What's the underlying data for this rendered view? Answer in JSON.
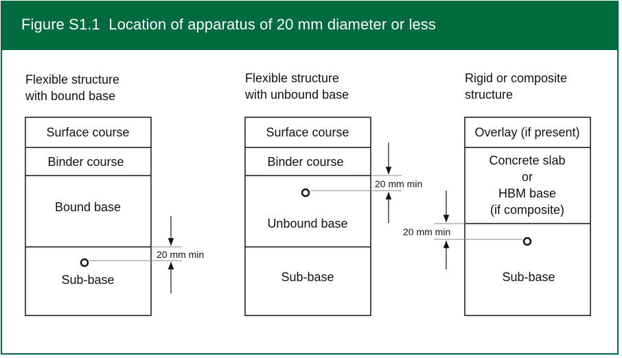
{
  "figure": {
    "title": "Figure S1.1  Location of apparatus of 20 mm diameter or less"
  },
  "columns": [
    {
      "heading": [
        "Flexible structure",
        "with bound base"
      ],
      "layers": [
        [
          "Surface course"
        ],
        [
          "Binder course"
        ],
        [
          "Bound base"
        ],
        [
          "Sub-base"
        ]
      ],
      "dimension_label": "20 mm min"
    },
    {
      "heading": [
        "Flexible structure",
        "with unbound base"
      ],
      "layers": [
        [
          "Surface course"
        ],
        [
          "Binder course"
        ],
        [
          "Unbound base"
        ],
        [
          "Sub-base"
        ]
      ],
      "dimension_label": "20 mm min"
    },
    {
      "heading": [
        "Rigid or composite",
        "structure"
      ],
      "layers": [
        [
          "Overlay (if present)"
        ],
        [
          "Concrete slab",
          "or",
          "HBM base",
          "(if composite)"
        ],
        [
          "Sub-base"
        ]
      ],
      "dimension_label": "20 mm min"
    }
  ],
  "colors": {
    "header_bg": "#006b3f",
    "header_text": "#ffffff",
    "line": "#111111",
    "leader": "#888888"
  }
}
